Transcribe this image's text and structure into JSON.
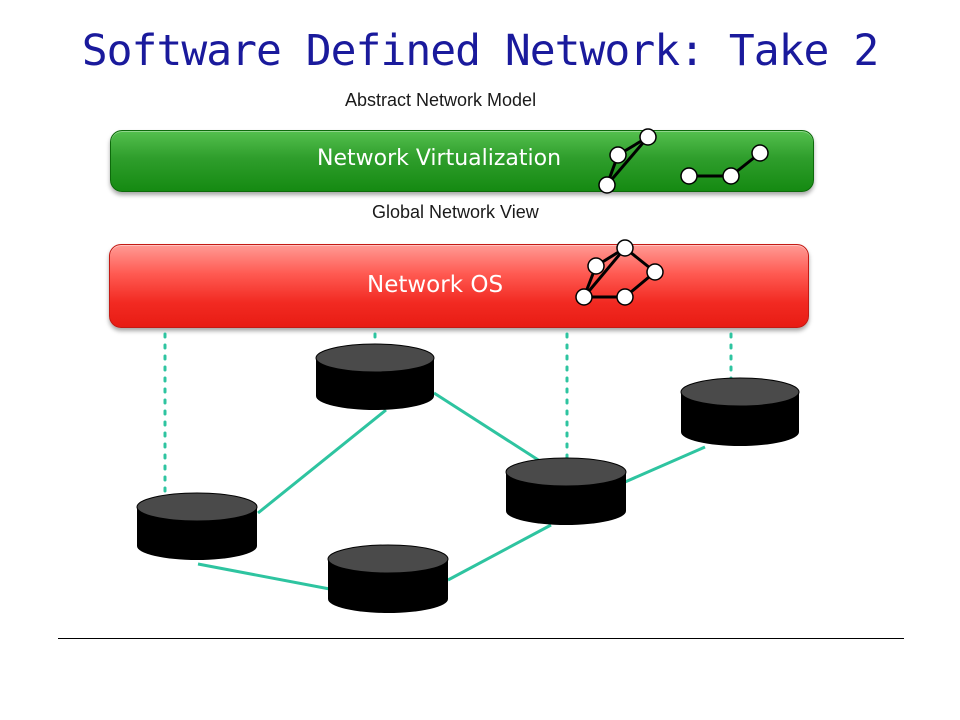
{
  "slide": {
    "title": "Software Defined Network: Take 2",
    "caption_top": "Abstract Network Model",
    "caption_middle": "Global Network View"
  },
  "layers": {
    "virtualization": {
      "label": "Network Virtualization",
      "color": "#2f9e2c"
    },
    "network_os": {
      "label": "Network OS",
      "color": "#f22a22"
    }
  },
  "colors": {
    "title": "#1a1a9c",
    "link": "#2ec4a0",
    "switch_body": "#000000",
    "switch_top": "#4a4a4a"
  }
}
